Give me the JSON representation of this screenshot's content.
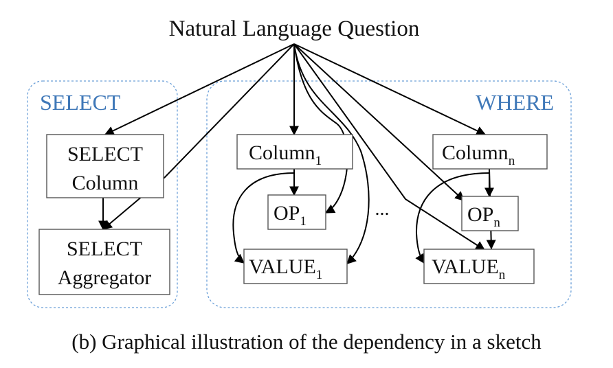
{
  "diagram": {
    "title": "Natural Language Question",
    "caption": "(b) Graphical illustration of the dependency in a sketch",
    "groups": {
      "select": "SELECT",
      "where": "WHERE"
    },
    "nodes": {
      "select_column": [
        "SELECT",
        "Column"
      ],
      "select_aggregator": [
        "SELECT",
        "Aggregator"
      ],
      "column_1": {
        "main": "Column",
        "sub": "1"
      },
      "op_1": {
        "main": "OP",
        "sub": "1"
      },
      "value_1": {
        "main": "VALUE",
        "sub": "1"
      },
      "ellipsis": "...",
      "column_n": {
        "main": "Column",
        "sub": "n"
      },
      "op_n": {
        "main": "OP",
        "sub": "n"
      },
      "value_n": {
        "main": "VALUE",
        "sub": "n"
      }
    },
    "colors": {
      "group_label": "#3f78b8",
      "group_border": "#6a9fd8",
      "edge": "#000000",
      "box_border": "#555555"
    }
  }
}
